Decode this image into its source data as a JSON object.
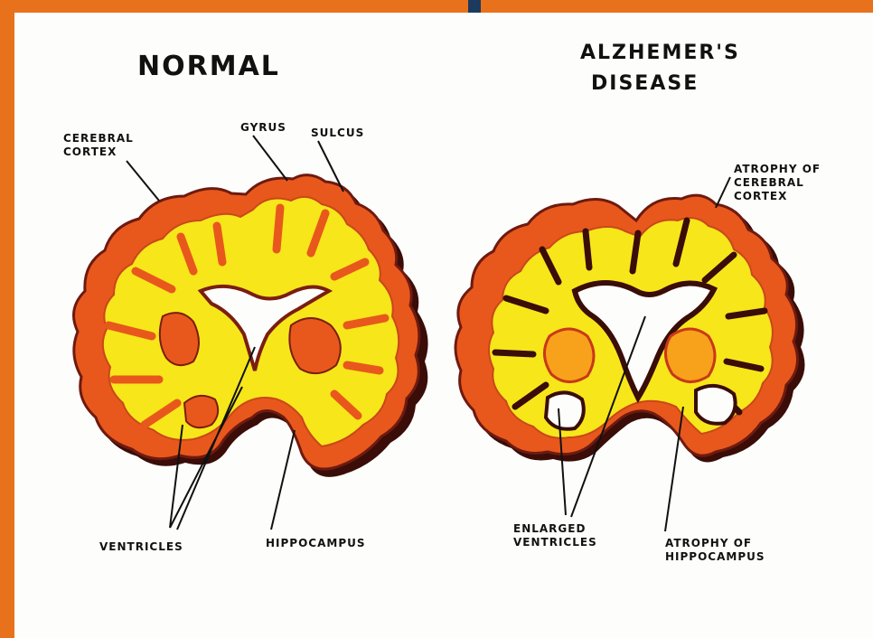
{
  "titles": {
    "normal": "NORMAL",
    "alz_line1": "ALZHEMER'S",
    "alz_line2": "DISEASE"
  },
  "labels": {
    "cerebral_cortex": "CEREBRAL CORTEX",
    "gyrus": "GYRUS",
    "sulcus": "SULCUS",
    "ventricles": "VENTRICLES",
    "hippocampus": "HIPPOCAMPUS",
    "atrophy_cortex": "ATROPHY OF CEREBRAL CORTEX",
    "enlarged_ventricles": "ENLARGED VENTRICLES",
    "atrophy_hippocampus": "ATROPHY OF HIPPOCAMPUS"
  },
  "colors": {
    "frame": "#e8721c",
    "background": "#1c3a5e",
    "white_matter": "#f7e61a",
    "gray_matter": "#e8581c",
    "outline": "#6e1a10",
    "shadow": "#3a0d08",
    "ink": "#111111"
  }
}
